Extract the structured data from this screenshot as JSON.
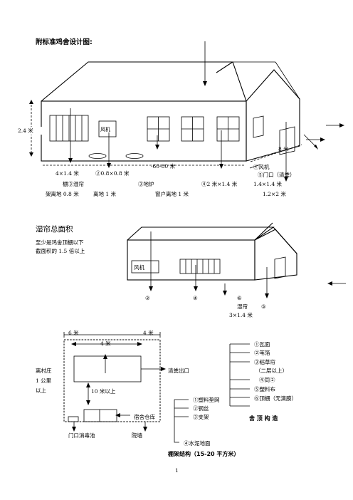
{
  "page_title": "附标准鸡舍设计图:",
  "figure1": {
    "height_label": "2.4 米",
    "fan_label": "风机",
    "length_label": "-60-80 米",
    "side_width_label": "8 米",
    "row1": [
      "4×1.4 米",
      "②0.8×0.8 米",
      "①风机",
      "⑤门口（清粪）"
    ],
    "row2": [
      "棚③湿帘",
      "③地炉",
      "④2 米×1.4 米",
      "1.4×1.4 米"
    ],
    "row3": [
      "架离地 0.8 米",
      "离地 1 米",
      "窗户离地 1 米",
      "1.2×2 米"
    ]
  },
  "figure2": {
    "title": "湿帘总面积",
    "note_line1": "至少是鸡舍顶棚以下",
    "note_line2": "截面积的 1.5 倍以上",
    "fan_label": "风机",
    "mark_2": "②",
    "mark_4": "④",
    "mark_6": "⑥",
    "curtain_label": "湿帘",
    "mark_5": "⑤",
    "curtain_size": "3×1.4 米"
  },
  "figure3": {
    "dim_6m": "6 米",
    "dim_4m_top": "4 米",
    "dim_4m_right": "4 米",
    "left_line1": "离村庄",
    "left_line2": "1 公里",
    "left_line3": "以上",
    "manure_exit": "清粪出口",
    "dim_10m": "10 米以上",
    "storage": "宿舍仓库",
    "gate_pool": "门口消毒池",
    "yard_wall": "院墙"
  },
  "roof_structure": {
    "items": [
      "①瓦面",
      "②苇箔",
      "③稻草帘",
      "（二层以上）",
      "④同②",
      "⑤塑料布",
      "⑥顶棚（无滴膜）"
    ],
    "title": "舍 顶 构 造"
  },
  "rack_structure": {
    "items": [
      "①塑料垫网",
      "②钢丝",
      "③支架",
      "④水泥地面"
    ],
    "title": "棚架结构（15-20 平方米）"
  },
  "page_number": "1"
}
